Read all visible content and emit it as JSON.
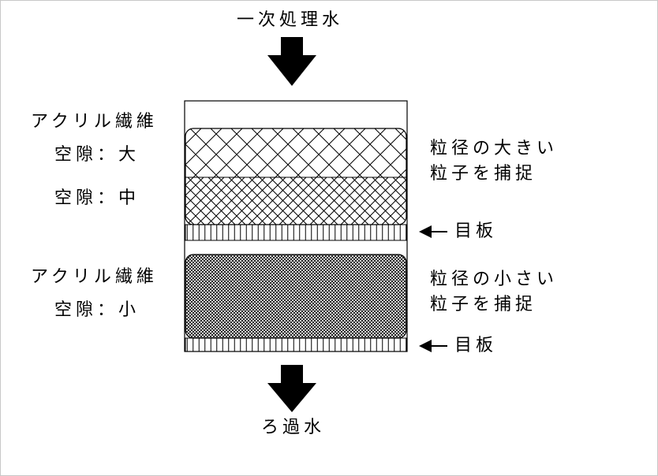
{
  "top_label": "一次処理水",
  "bottom_label": "ろ過水",
  "upper_layer": {
    "material": "アクリル繊維",
    "gap_large": "空隙：大",
    "gap_medium": "空隙：中",
    "effect_line1": "粒径の大きい",
    "effect_line2": "粒子を捕捉"
  },
  "lower_layer": {
    "material": "アクリル繊維",
    "gap_small": "空隙：小",
    "effect_line1": "粒径の小さい",
    "effect_line2": "粒子を捕捉"
  },
  "plate_label_1": "目板",
  "plate_label_2": "目板",
  "colors": {
    "ink": "#000000",
    "background": "#ffffff",
    "frame_border": "#c8c8c8"
  }
}
